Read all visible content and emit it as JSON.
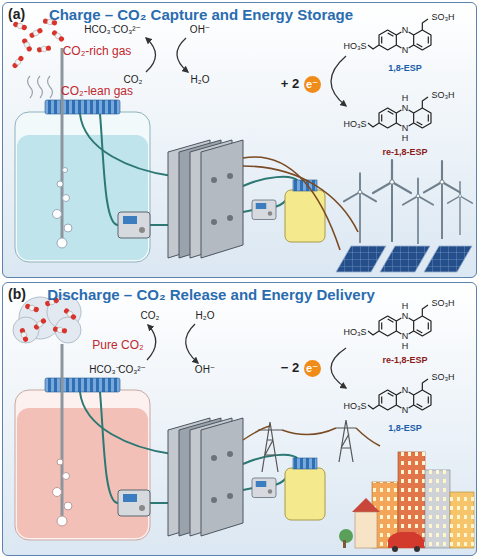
{
  "diagram": {
    "nodes": [
      {
        "text": [
          "(a)",
          "Charge – CO₂ Capture and Energy Storage"
        ]
      },
      {
        "text": [
          "(b)",
          "Discharge – CO₂ Release and Energy Delivery"
        ]
      }
    ],
    "labels": [
      "CO₂-rich gas",
      "CO₂-lean gas",
      "HCO₃⁻",
      "CO₃²⁻",
      "OH⁻",
      "CO₂",
      "H₂O",
      "+ 2",
      "e⁻",
      "SO₃H",
      "HO₃S",
      "N",
      "N",
      "1,8-ESP",
      "SO₃H",
      "HO₃S",
      "H",
      "N",
      "N",
      "H",
      "re-1,8-ESP",
      "Pure CO₂",
      "CO₂",
      "H₂O",
      "HCO₃⁻",
      "CO₃²⁻",
      "OH⁻",
      "− 2",
      "e⁻",
      "SO₃H",
      "HO₃S",
      "H",
      "N",
      "N",
      "H",
      "re-1,8-ESP",
      "SO₃H",
      "HO₃S",
      "N",
      "N",
      "1,8-ESP"
    ]
  }
}
